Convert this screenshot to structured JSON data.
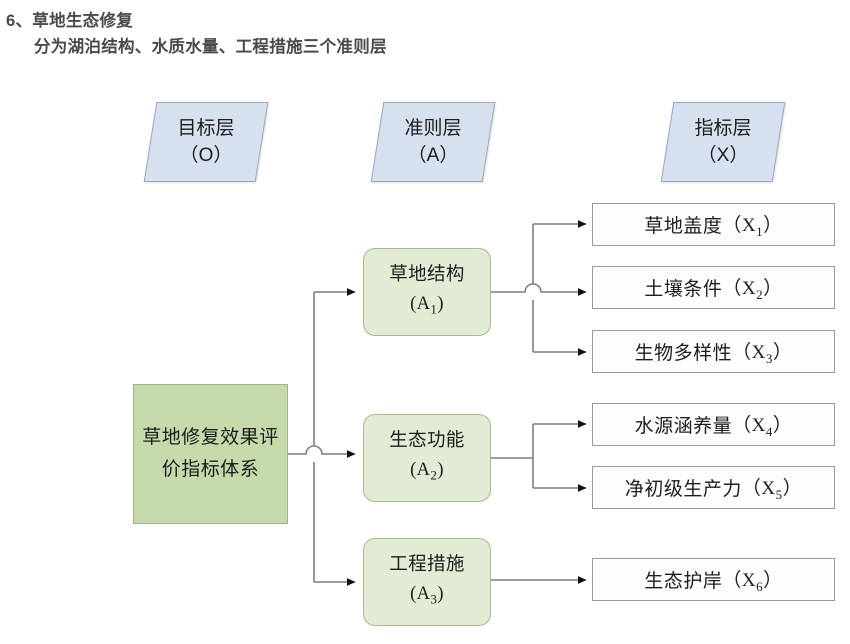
{
  "heading": {
    "line1": "6、草地生态修复",
    "line2": "分为湖泊结构、水质水量、工程措施三个准则层"
  },
  "layer_headers": [
    {
      "name": "goal-layer",
      "title": "目标层",
      "code": "（O）"
    },
    {
      "name": "criterion-layer",
      "title": "准则层",
      "code": "（A）"
    },
    {
      "name": "indicator-layer",
      "title": "指标层",
      "code": "（X）"
    }
  ],
  "goal": {
    "label": "草地修复效果评价指标体系"
  },
  "criteria": [
    {
      "id": "A1",
      "label": "草地结构",
      "code": "A",
      "index": "1"
    },
    {
      "id": "A2",
      "label": "生态功能",
      "code": "A",
      "index": "2"
    },
    {
      "id": "A3",
      "label": "工程措施",
      "code": "A",
      "index": "3"
    }
  ],
  "indicators": [
    {
      "id": "X1",
      "label": "草地盖度",
      "code": "X",
      "index": "1",
      "parent": "A1"
    },
    {
      "id": "X2",
      "label": "土壤条件",
      "code": "X",
      "index": "2",
      "parent": "A1"
    },
    {
      "id": "X3",
      "label": "生物多样性",
      "code": "X",
      "index": "3",
      "parent": "A1"
    },
    {
      "id": "X4",
      "label": "水源涵养量",
      "code": "X",
      "index": "4",
      "parent": "A2"
    },
    {
      "id": "X5",
      "label": "净初级生产力",
      "code": "X",
      "index": "5",
      "parent": "A2"
    },
    {
      "id": "X6",
      "label": "生态护岸",
      "code": "X",
      "index": "6",
      "parent": "A3"
    }
  ],
  "colors": {
    "goal_fill": "#c5d9ab",
    "goal_border": "#9fb388",
    "criterion_fill": "#e2ebd4",
    "criterion_border": "#a7b893",
    "indicator_fill": "#fdfdfd",
    "indicator_border": "#9a9a9a",
    "layer_header_fill": "#d6e0ef",
    "layer_header_border": "#9aa8bd",
    "connector": "#7f7f7f",
    "heading_text": "#4a4a4a"
  }
}
